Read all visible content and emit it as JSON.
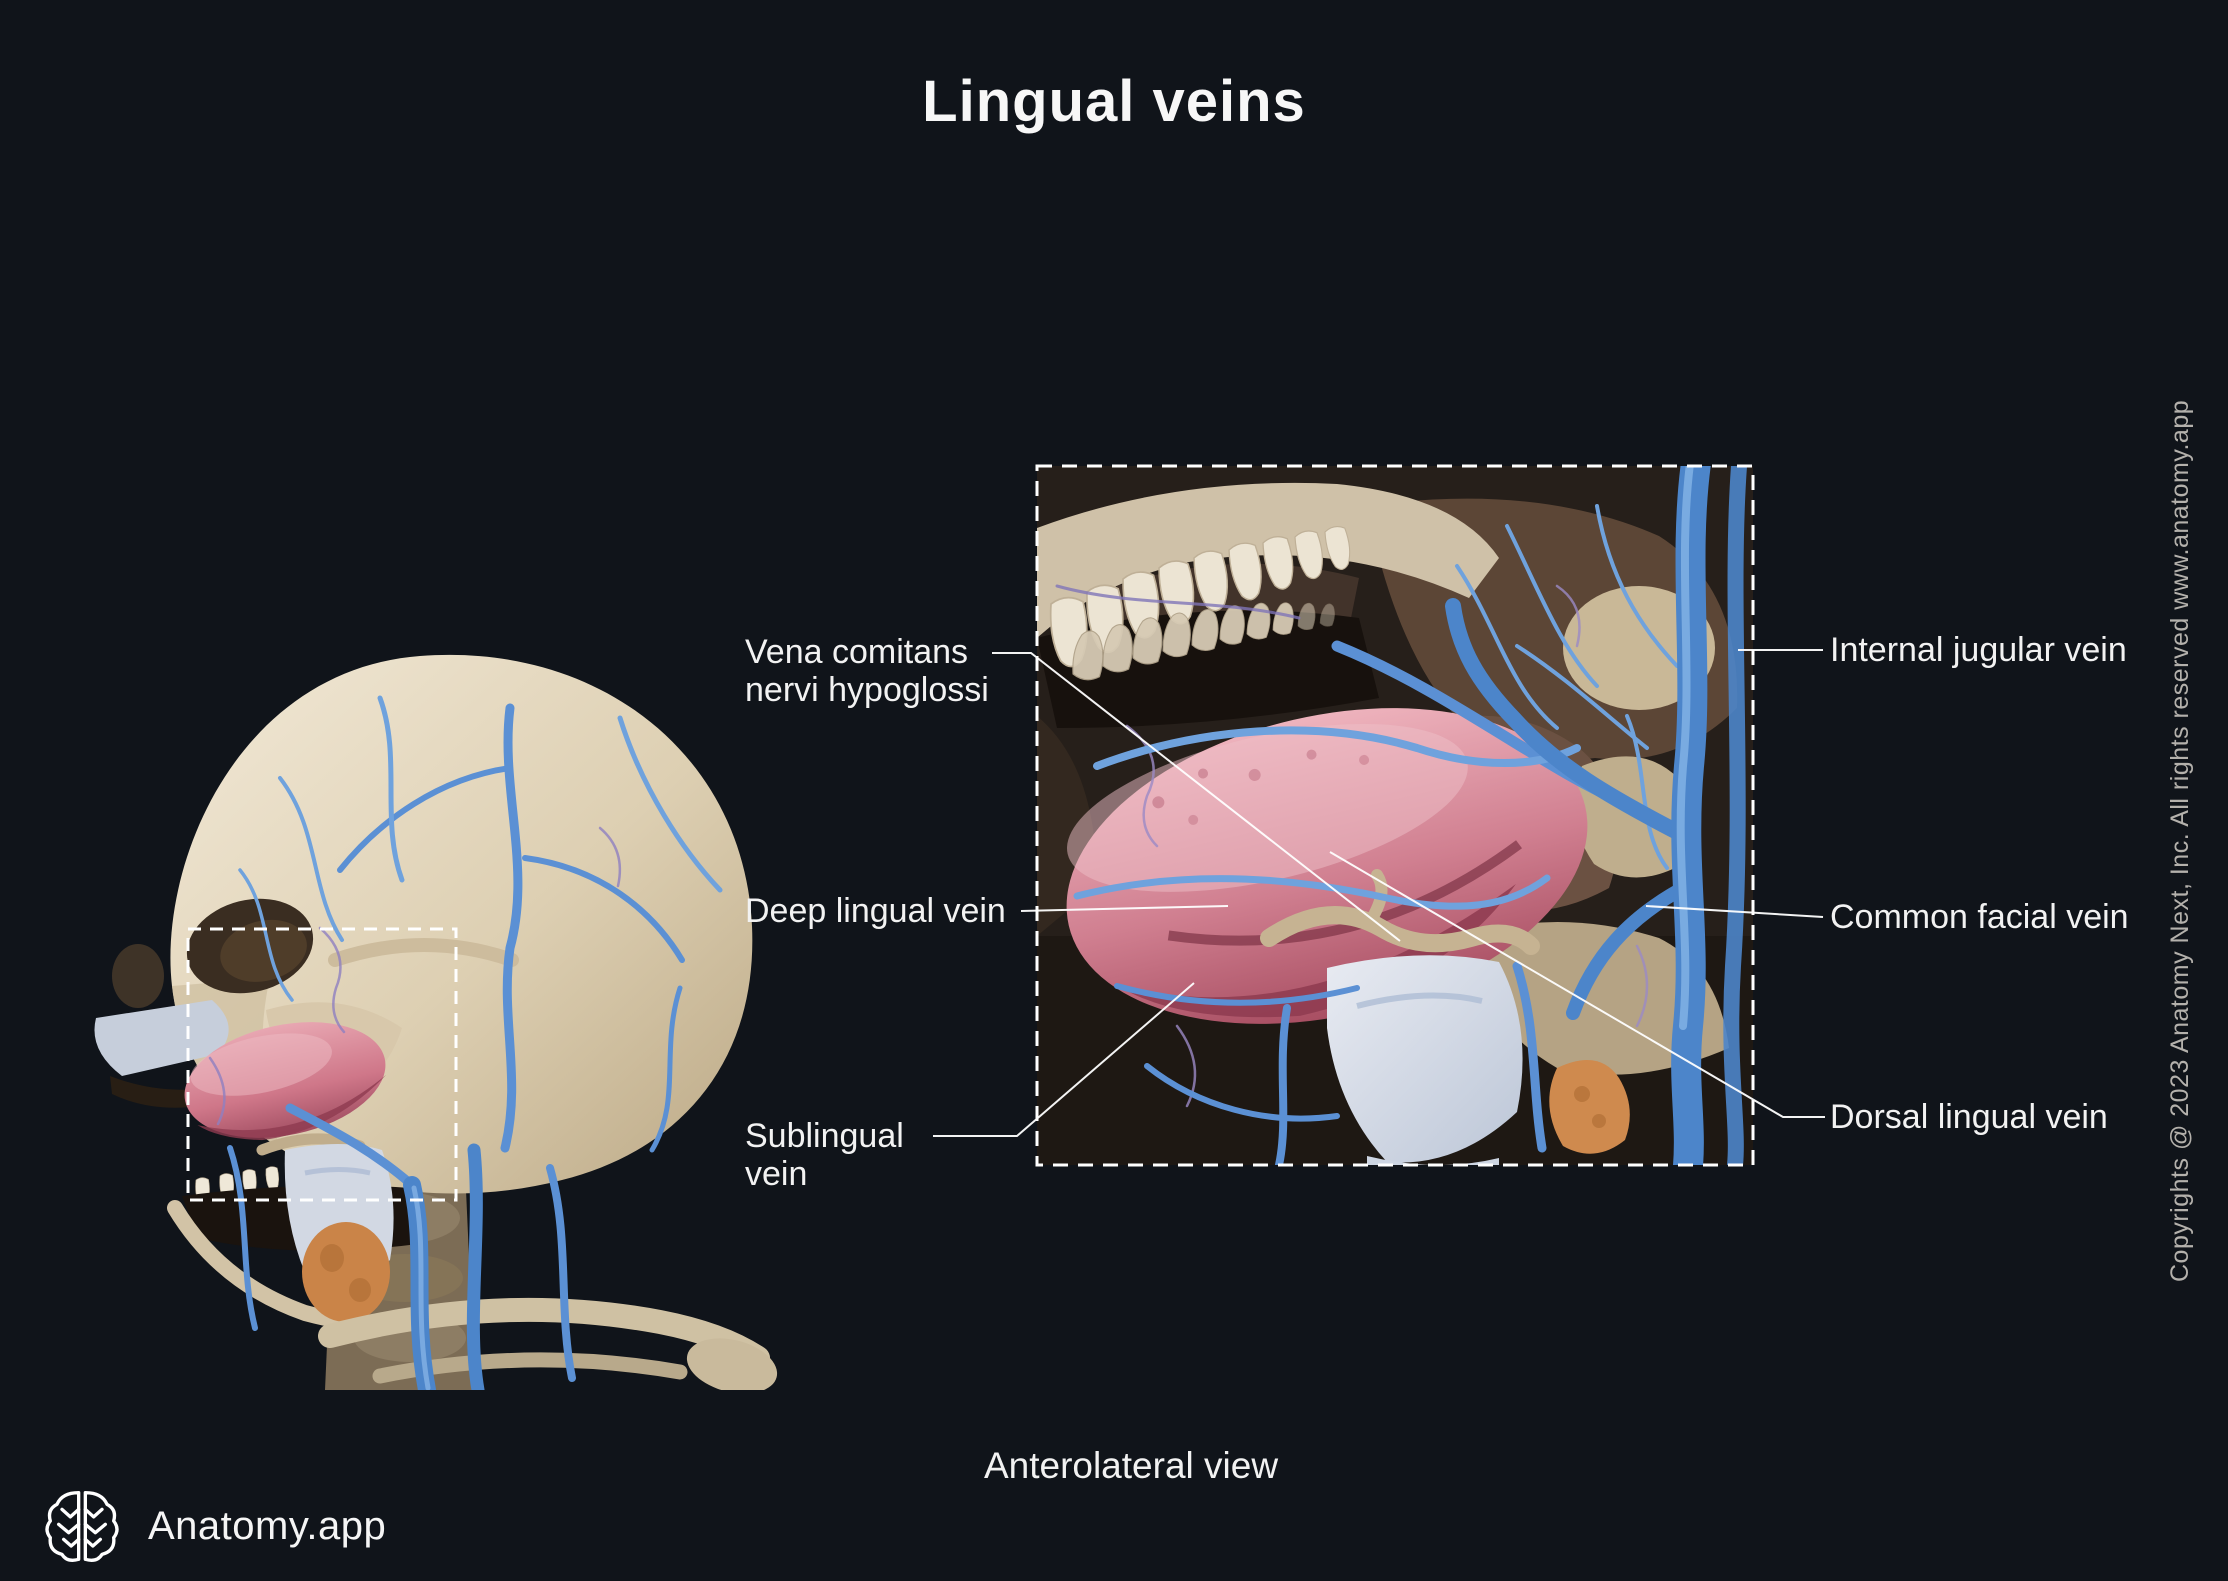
{
  "page": {
    "title": "Lingual veins",
    "caption": "Anterolateral view",
    "background": "#10141a"
  },
  "branding": {
    "name": "Anatomy.app",
    "icon": "brain-logo-icon"
  },
  "copyright_notice": "Copyrights @ 2023 Anatomy Next, Inc. All rights reserved www.anatomy.app",
  "annotations": {
    "left": [
      {
        "id": "vena-comitans-nervi-hypoglossi",
        "label": "Vena comitans\nnervi hypoglossi"
      },
      {
        "id": "deep-lingual-vein",
        "label": "Deep lingual vein"
      },
      {
        "id": "sublingual-vein",
        "label": "Sublingual\nvein"
      }
    ],
    "right": [
      {
        "id": "internal-jugular-vein",
        "label": "Internal jugular vein"
      },
      {
        "id": "common-facial-vein",
        "label": "Common facial vein"
      },
      {
        "id": "dorsal-lingual-vein",
        "label": "Dorsal lingual vein"
      }
    ]
  },
  "figures": {
    "overview": {
      "name": "skull-with-veins-overview",
      "highlight": "zoom-region-box"
    },
    "detail": {
      "name": "lingual-veins-detail-view"
    }
  },
  "colors": {
    "background": "#10141a",
    "label_text": "#f2f2f2",
    "leader_line": "#ffffff",
    "vein_blue": "#4c85ca",
    "vein_highlight": "#85b4e6",
    "venule_purple": "#9b89c6",
    "tongue_pink": "#d4808f",
    "bone_ivory": "#e2d7c0",
    "larynx_gray": "#d2d8e3",
    "thyroid_gland_orange": "#ca8448",
    "copyright_gray": "#b4b1ac"
  }
}
